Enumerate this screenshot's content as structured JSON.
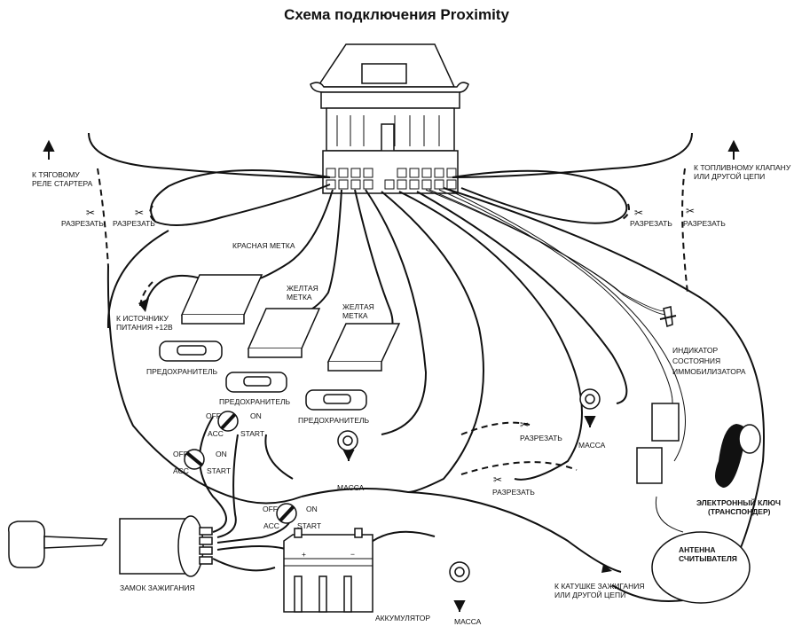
{
  "title": "Схема подключения Proximity",
  "labels": {
    "starter_relay": [
      "К ТЯГОВОМУ",
      "РЕЛЕ СТАРТЕРА"
    ],
    "fuel_valve": [
      "К ТОПЛИВНОМУ КЛАПАНУ",
      "ИЛИ ДРУГОЙ ЦЕПИ"
    ],
    "cut": "РАЗРЕЗАТЬ",
    "red_mark": "КРАСНАЯ МЕТКА",
    "yellow_mark": [
      "ЖЕЛТАЯ",
      "МЕТКА"
    ],
    "power_source": [
      "К ИСТОЧНИКУ",
      "ПИТАНИЯ +12В"
    ],
    "fuse": "ПРЕДОХРАНИТЕЛЬ",
    "ground": "МАССА",
    "indicator": [
      "ИНДИКАТОР",
      "СОСТОЯНИЯ",
      "ИММОБИЛИЗАТОРА"
    ],
    "key": [
      "ЭЛЕКТРОННЫЙ КЛЮЧ",
      "(ТРАНСПОНДЕР)"
    ],
    "antenna": [
      "АНТЕННА",
      "СЧИТЫВАТЕЛЯ"
    ],
    "ignition_coil": [
      "К КАТУШКЕ ЗАЖИГАНИЯ",
      "ИЛИ ДРУГОЙ ЦЕПИ"
    ],
    "ignition_lock": "ЗАМОК ЗАЖИГАНИЯ",
    "battery": "АККУМУЛЯТОР",
    "switch": {
      "off": "OFF",
      "on": "ON",
      "acc": "ACC",
      "start": "START"
    },
    "plus": "+",
    "minus": "−"
  }
}
